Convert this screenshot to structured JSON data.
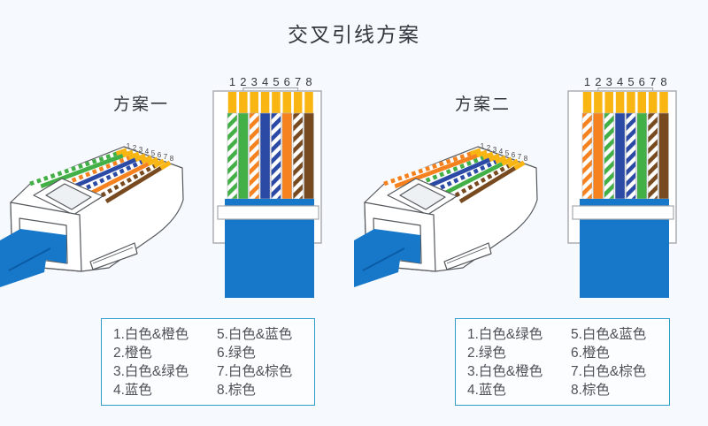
{
  "title": "交叉引线方案",
  "pin_numbers": [
    "1",
    "2",
    "3",
    "4",
    "5",
    "6",
    "7",
    "8"
  ],
  "colors": {
    "background": "#f6f9fd",
    "gold": "#F9B511",
    "green": "#43B047",
    "orange": "#F5821F",
    "blue": "#2B4AA5",
    "brown": "#784A1F",
    "cable": "#1777C8",
    "cable_shade": "#0b5ca6",
    "body_outline_3d": "#55595d",
    "body_outline_front": "#a5a9ad",
    "legend_border": "#2f9fca",
    "text_dark": "#33373d",
    "text_legend": "#4d5156"
  },
  "schemes": [
    {
      "label": "方案一",
      "wires": [
        {
          "color": "green",
          "striped": true
        },
        {
          "color": "green",
          "striped": false
        },
        {
          "color": "orange",
          "striped": true
        },
        {
          "color": "blue",
          "striped": false
        },
        {
          "color": "blue",
          "striped": true
        },
        {
          "color": "orange",
          "striped": false
        },
        {
          "color": "brown",
          "striped": true
        },
        {
          "color": "brown",
          "striped": false
        }
      ],
      "legend": [
        "1.白色&橙色",
        "2.橙色",
        "3.白色&绿色",
        "4.蓝色",
        "5.白色&蓝色",
        "6.绿色",
        "7.白色&棕色",
        "8.棕色"
      ]
    },
    {
      "label": "方案二",
      "wires": [
        {
          "color": "orange",
          "striped": true
        },
        {
          "color": "orange",
          "striped": false
        },
        {
          "color": "green",
          "striped": true
        },
        {
          "color": "blue",
          "striped": false
        },
        {
          "color": "blue",
          "striped": true
        },
        {
          "color": "green",
          "striped": false
        },
        {
          "color": "brown",
          "striped": true
        },
        {
          "color": "brown",
          "striped": false
        }
      ],
      "legend": [
        "1.白色&绿色",
        "2.绿色",
        "3.白色&橙色",
        "4.蓝色",
        "5.白色&蓝色",
        "6.橙色",
        "7.白色&棕色",
        "8.棕色"
      ]
    }
  ]
}
